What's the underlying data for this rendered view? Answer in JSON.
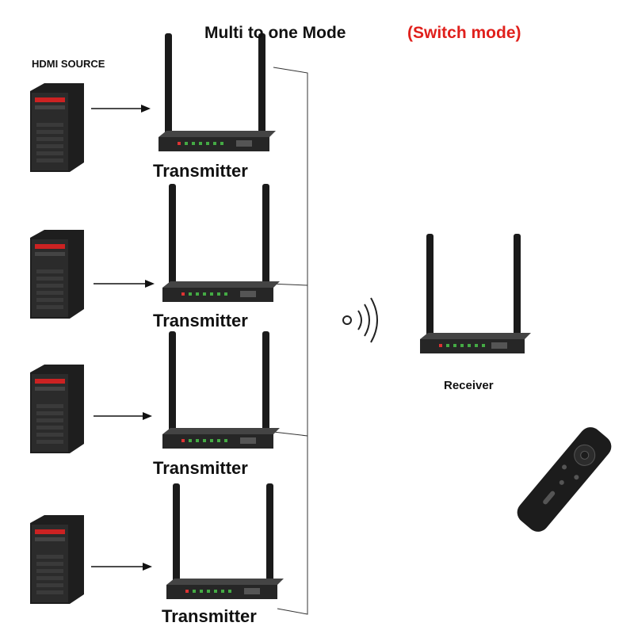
{
  "title": {
    "main": "Multi to one Mode",
    "mode": "(Switch mode)"
  },
  "source_label": "HDMI SOURCE",
  "transmitters": [
    {
      "label": "Transmitter"
    },
    {
      "label": "Transmitter"
    },
    {
      "label": "Transmitter"
    },
    {
      "label": "Transmitter"
    }
  ],
  "receiver": {
    "label": "Receiver"
  },
  "colors": {
    "accent": "#e0201c",
    "device": "#2a2a2a"
  }
}
